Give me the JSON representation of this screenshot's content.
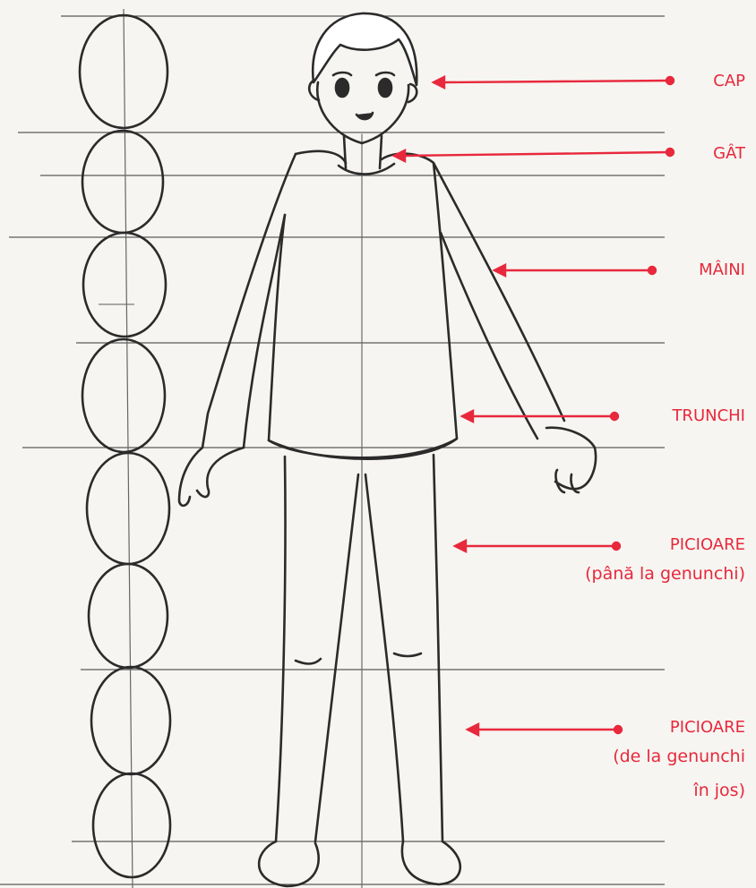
{
  "colors": {
    "pencil": "#2b2b2b",
    "guide": "#6a6a6a",
    "paper": "#f6f5f1",
    "accent": "#e8283c"
  },
  "head_units": 8,
  "labels": [
    {
      "id": "cap",
      "lines": [
        "CAP"
      ]
    },
    {
      "id": "gat",
      "lines": [
        "GÂT"
      ]
    },
    {
      "id": "maini",
      "lines": [
        "MÂINI"
      ]
    },
    {
      "id": "trunchi",
      "lines": [
        "TRUNCHI"
      ]
    },
    {
      "id": "picioare-1",
      "lines": [
        "PICIOARE",
        "(până la genunchi)"
      ]
    },
    {
      "id": "picioare-2",
      "lines": [
        "PICIOARE",
        "(de la genunchi",
        "în jos)"
      ]
    }
  ]
}
